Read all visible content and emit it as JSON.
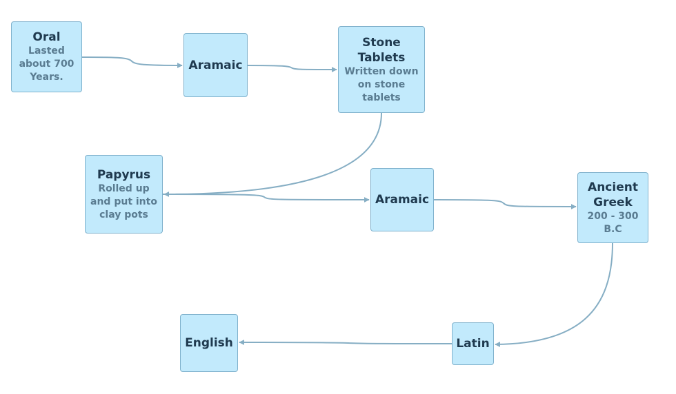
{
  "nodes": {
    "oral": {
      "title": "Oral",
      "sub": "Lasted about 700 Years."
    },
    "aramaic1": {
      "title": "Aramaic"
    },
    "stone": {
      "title": "Stone Tablets",
      "sub": "Written down on stone tablets"
    },
    "papyrus": {
      "title": "Papyrus",
      "sub": "Rolled up and put into clay pots"
    },
    "aramaic2": {
      "title": "Aramaic"
    },
    "greek": {
      "title": "Ancient Greek",
      "sub": "200 - 300 B.C"
    },
    "latin": {
      "title": "Latin"
    },
    "english": {
      "title": "English"
    }
  },
  "colors": {
    "node_fill": "#c2eafc",
    "node_border": "#7fb1cc",
    "connector": "#86aec4",
    "title_text": "#1f3a4f",
    "sub_text": "#5a7c91"
  }
}
